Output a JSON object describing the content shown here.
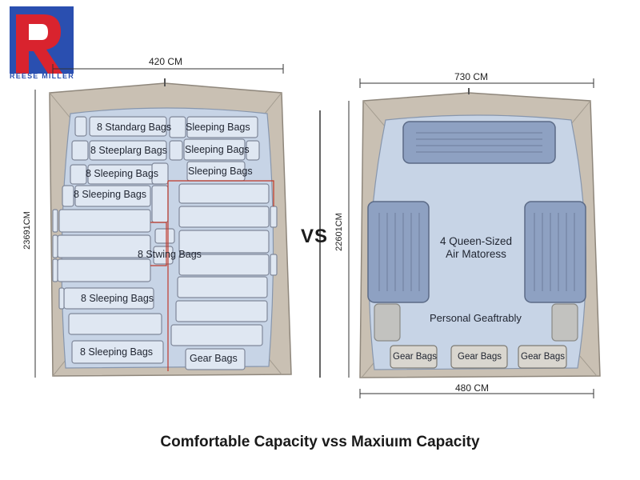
{
  "brand": {
    "logo_letter": "R",
    "name": "REESE MILLER"
  },
  "left_tent": {
    "width_label": "420 CM",
    "height_label": "23691CM",
    "labels": [
      "8 Standarg Bags",
      "Sleeping Bags",
      "8 Steeplarg Bags",
      "Sleeping Bags",
      "8 Sleeping Bags",
      "Sleeping Bags",
      "8 Sleeping Bags",
      "8 Stwing Bags",
      "8 Sleeping Bags",
      "8 Sleeping Bags",
      "Gear Bags"
    ]
  },
  "vs_label": "VS",
  "right_tent": {
    "top_width_label": "730 CM",
    "bottom_width_label": "480 CM",
    "height_label": "22601CM",
    "mattress_label_line1": "4 Queen-Sized",
    "mattress_label_line2": "Air Matoress",
    "personal_label": "Personal Geaftrably",
    "gear_labels": [
      "Gear Bags",
      "Gear Bags",
      "Gear Bags"
    ]
  },
  "caption": "Comfortable Capacity vss Maxiuım Capacity",
  "colors": {
    "tent_fabric": "#c9c0b3",
    "tent_floor": "#c7d4e6",
    "bag_fill": "#dfe7f2",
    "bag_stroke": "#7f8799",
    "mattress_fill": "#8ea1c2",
    "brand_red": "#d9232e",
    "brand_blue": "#2a4fb0",
    "divider_red": "#c0392b"
  }
}
